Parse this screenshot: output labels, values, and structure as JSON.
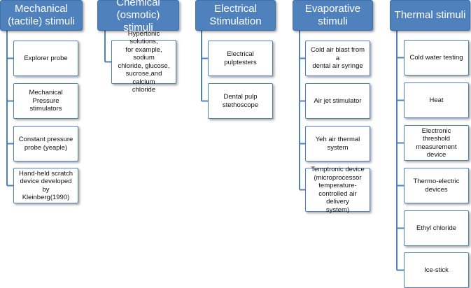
{
  "columns": [
    {
      "title": "Mechanical\n(tactile) stimuli",
      "items": [
        "Explorer probe",
        "Mechanical Pressure\nstimulators",
        "Constant pressure\nprobe (yeaple)",
        "Hand-held scratch\ndevice developed by\nKleinberg(1990)"
      ]
    },
    {
      "title": "Chemical\n(osmotic) stimuli",
      "items": [
        "Hypertonic solutions,\nfor example, sodium\nchloride, glucose,\nsucrose,and calcium\nchloride"
      ]
    },
    {
      "title": "Electrical\nStimulation",
      "items": [
        "Electrical pulptesters",
        "Dental pulp\nstethoscope"
      ]
    },
    {
      "title": "Evaporative\nstimuli",
      "items": [
        "Cold air blast from a\ndental air syringe",
        "Air jet stimulator",
        "Yeh air thermal system",
        "Temptronic device\n(microprocessor\ntemperature-\ncontrolled air delivery\nsystem)"
      ]
    },
    {
      "title": "Thermal stimuli",
      "items": [
        "Cold water testing",
        "Heat",
        "Electronic threshold\nmeasurement device",
        "Thermo-electric\ndevices",
        "Ethyl chloride",
        "Ice-stick"
      ]
    }
  ],
  "colors": {
    "header_fill": "#4f81bd",
    "border": "#4f81bd",
    "connector": "#4f81bd"
  }
}
